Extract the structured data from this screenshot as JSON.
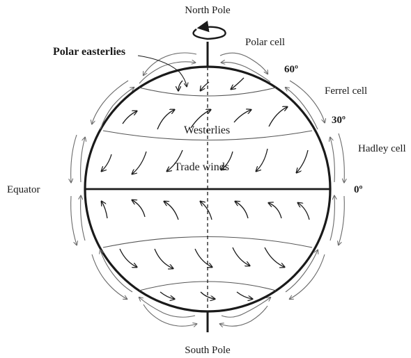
{
  "labels": {
    "north_pole": "North Pole",
    "south_pole": "South Pole",
    "equator": "Equator",
    "polar_cell": "Polar cell",
    "ferrel_cell": "Ferrel cell",
    "hadley_cell": "Hadley cell",
    "lat_60": "60º",
    "lat_30": "30º",
    "lat_0": "0º",
    "polar_easterlies": "Polar easterlies",
    "westerlies": "Westerlies",
    "trade_winds": "Trade winds"
  },
  "colors": {
    "line": "#1a1a1a",
    "cell_arrows": "#6a6a6a"
  }
}
